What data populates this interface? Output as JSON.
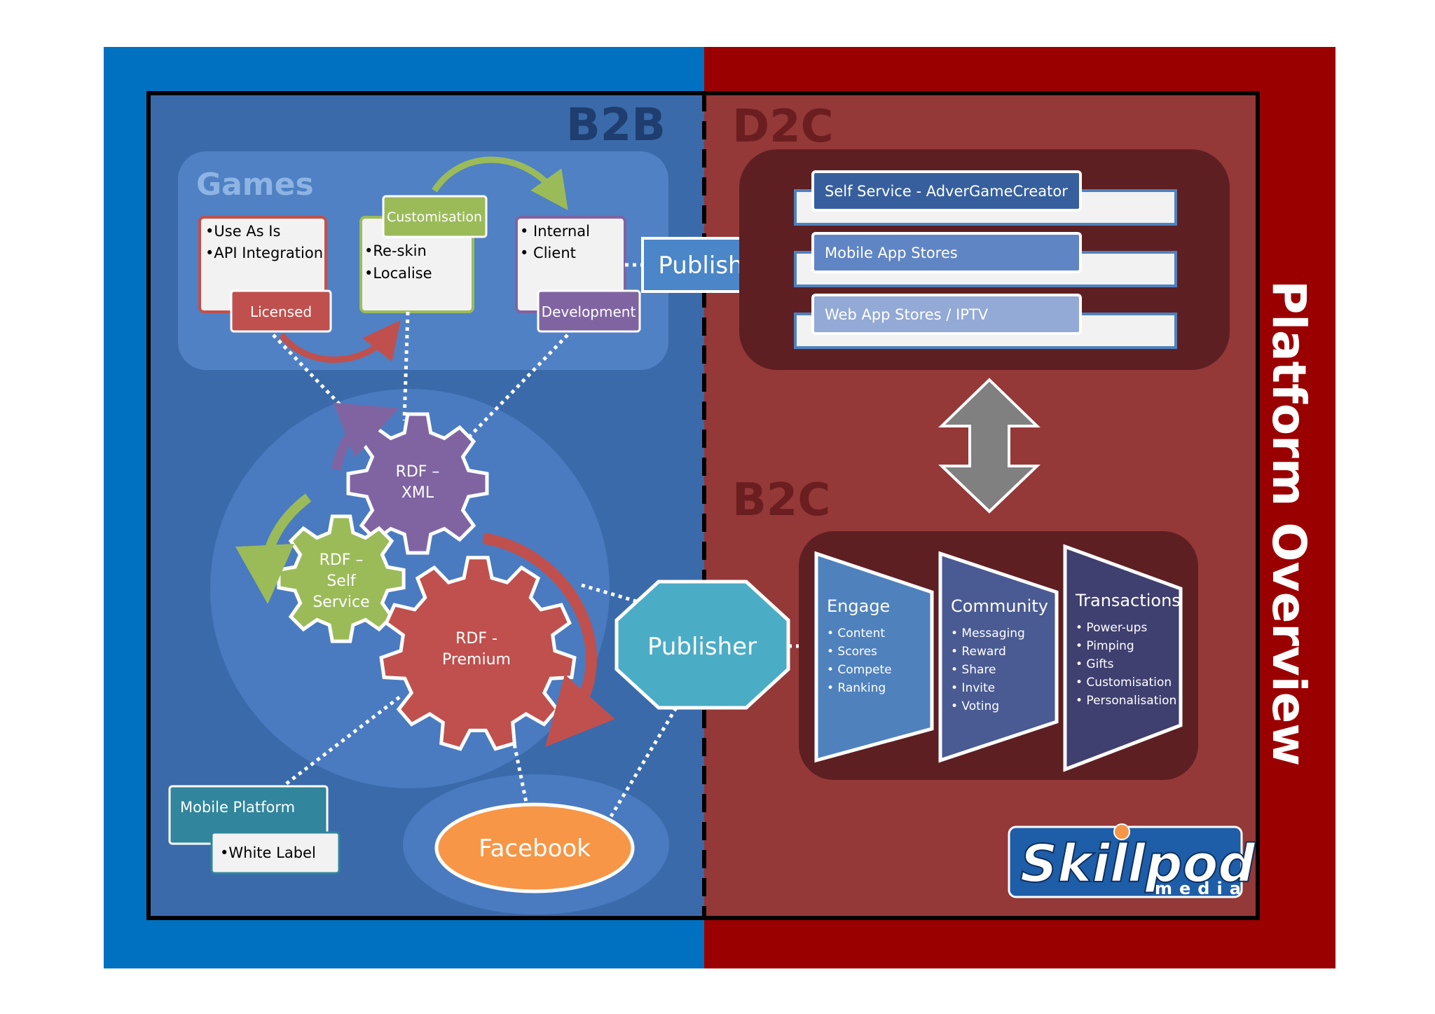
{
  "sections": {
    "b2b": "B2B",
    "d2c": "D2C",
    "b2c": "B2C",
    "side_title": "Platform Overview"
  },
  "games": {
    "title": "Games",
    "licensed": {
      "items": [
        "•Use As Is",
        "•API Integration"
      ],
      "tag": "Licensed"
    },
    "customisation": {
      "tag": "Customisation",
      "items": [
        "•Re-skin",
        "•Localise"
      ]
    },
    "development": {
      "items": [
        "• Internal",
        "• Client"
      ],
      "tag": "Development"
    }
  },
  "publish": {
    "label": "Publish"
  },
  "d2c_channels": [
    "Self Service - AdverGameCreator",
    "Mobile App Stores",
    "Web App Stores / IPTV"
  ],
  "gears": {
    "xml": [
      "RDF –",
      "XML"
    ],
    "self_service": [
      "RDF –",
      "Self",
      "Service"
    ],
    "premium": [
      "RDF -",
      "Premium"
    ]
  },
  "publisher": {
    "label": "Publisher"
  },
  "facebook": {
    "label": "Facebook"
  },
  "mobile_platform": {
    "title": "Mobile Platform",
    "item": "•White Label"
  },
  "b2c_panels": [
    {
      "title": "Engage",
      "items": [
        "• Content",
        "• Scores",
        "• Compete",
        "• Ranking"
      ]
    },
    {
      "title": "Community",
      "items": [
        "• Messaging",
        "• Reward",
        "• Share",
        "• Invite",
        "• Voting"
      ]
    },
    {
      "title": "Transactions",
      "items": [
        "• Power-ups",
        "• Pimping",
        "• Gifts",
        "• Customisation",
        "• Personalisation"
      ]
    }
  ],
  "logo": {
    "main": "Skillpod",
    "sub": "media"
  },
  "colors": {
    "b2b_outer": "#0070c0",
    "b2b_inner": "#3a6aaa",
    "d2c_outer": "#9b0000",
    "d2c_inner": "#943838",
    "panel_dark": "#5e1f22",
    "licensed": "#c0504d",
    "customisation": "#9bbb59",
    "development": "#8064a2",
    "gear_premium": "#c0504d",
    "gear_self": "#9bbb59",
    "gear_xml": "#8064a2",
    "publisher": "#4bacc6",
    "facebook": "#f79646",
    "mobile_platform": "#31859c"
  }
}
